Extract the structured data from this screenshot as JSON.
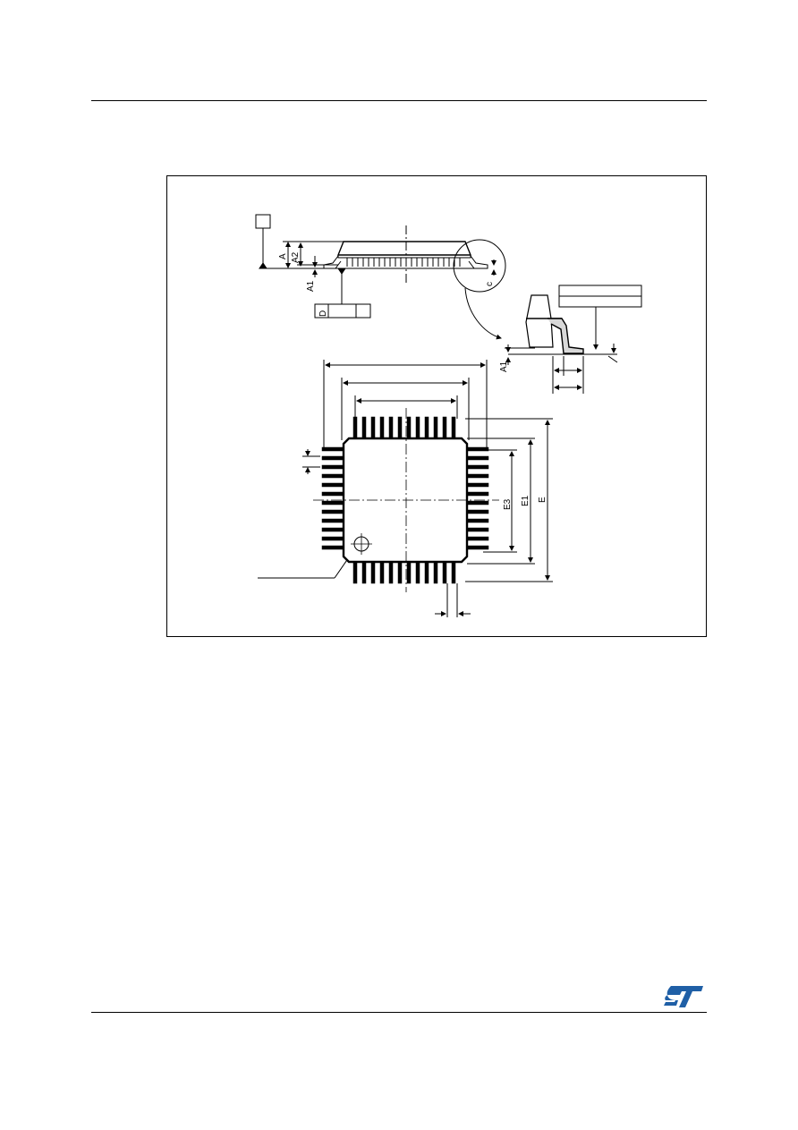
{
  "colors": {
    "line": "#000000",
    "background": "#ffffff",
    "logo": "#1f5fa6"
  },
  "diagram": {
    "labels": {
      "A": "A",
      "A2": "A2",
      "A1": "A1",
      "D": "D",
      "c": "c",
      "A1_detail": "A1",
      "E3": "E3",
      "E1": "E1",
      "E": "E"
    }
  },
  "icons": {
    "logo": "st-logo"
  }
}
